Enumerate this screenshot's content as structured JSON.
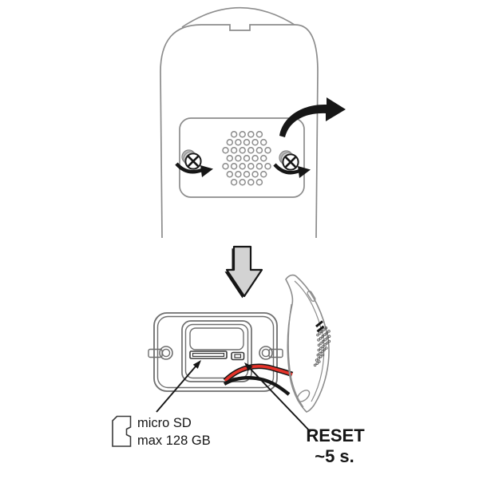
{
  "diagram": {
    "title": "device-back-cover-opening-instructions",
    "labels": {
      "sd_line1": "micro SD",
      "sd_line2": "max 128 GB",
      "reset_line1": "RESET",
      "reset_line2": "~5 s."
    },
    "colors": {
      "outline_gray": "#8c8c8c",
      "outline_black": "#161616",
      "wire_red": "#e5332a",
      "step_arrow_fill": "#d3d3d3",
      "screw_shade": "#b5b5b5"
    }
  }
}
